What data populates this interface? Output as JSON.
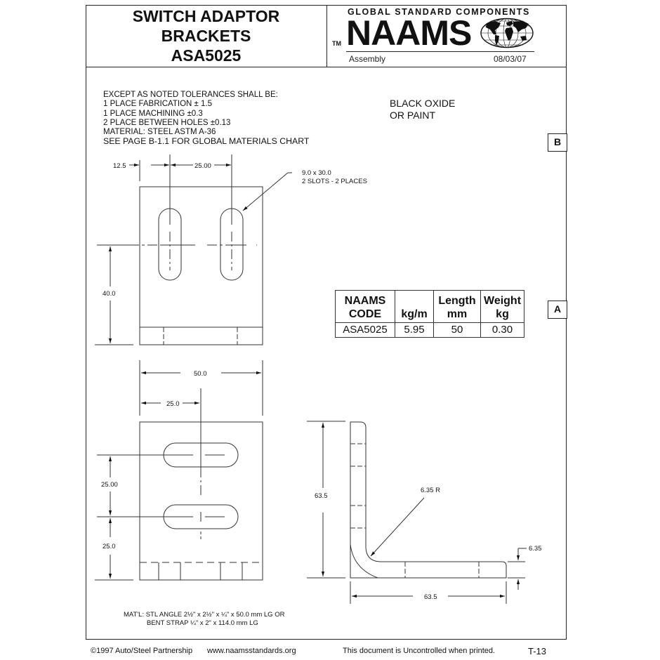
{
  "header": {
    "title_lines": [
      "SWITCH ADAPTOR",
      "BRACKETS",
      "ASA5025"
    ],
    "logo": {
      "tagline": "GLOBAL STANDARD COMPONENTS",
      "tm": "TM",
      "brand": "NAAMS",
      "globe_icon": "world-globe-icon",
      "section": "Assembly",
      "date": "08/03/07"
    }
  },
  "notes": {
    "lines": [
      "EXCEPT AS NOTED TOLERANCES SHALL BE:",
      "1 PLACE FABRICATION ± 1.5",
      "1 PLACE MACHINING ±0.3",
      "2 PLACE BETWEEN HOLES ±0.13",
      "MATERIAL: STEEL ASTM A-36",
      "SEE PAGE B-1.1 FOR GLOBAL MATERIALS CHART"
    ]
  },
  "finish": {
    "lines": [
      "BLACK OXIDE",
      "OR PAINT"
    ]
  },
  "side_tabs": {
    "b": "B",
    "a": "A"
  },
  "spec_table": {
    "headers": [
      [
        "NAAMS",
        "CODE"
      ],
      [
        "",
        "kg/m"
      ],
      [
        "Length",
        "mm"
      ],
      [
        "Weight",
        "kg"
      ]
    ],
    "rows": [
      [
        "ASA5025",
        "5.95",
        "50",
        "0.30"
      ]
    ]
  },
  "drawing": {
    "top_view": {
      "dim_left_offset": "12.5",
      "dim_slot_spacing": "25.00",
      "slot_callout_line1": "9.0 x 30.0",
      "slot_callout_line2": "2 SLOTS - 2 PLACES",
      "dim_height": "40.0"
    },
    "front_view": {
      "dim_width": "50.0",
      "dim_center": "25.0",
      "dim_slot_spacing": "25.00",
      "dim_bottom": "25.0"
    },
    "side_view": {
      "dim_height": "63.5",
      "dim_radius": "6.35 R",
      "dim_thickness": "6.35",
      "dim_width": "63.5"
    }
  },
  "material_note": {
    "line1": "MAT'L: STL ANGLE 2½\" x 2½\" x ¼\" x 50.0 mm LG OR",
    "line2": "BENT STRAP ¼\" x 2\" x 114.0 mm LG"
  },
  "footer": {
    "copyright": "©1997 Auto/Steel Partnership",
    "website": "www.naamsstandards.org",
    "uncontrolled": "This document is Uncontrolled when printed.",
    "page": "T-13"
  }
}
